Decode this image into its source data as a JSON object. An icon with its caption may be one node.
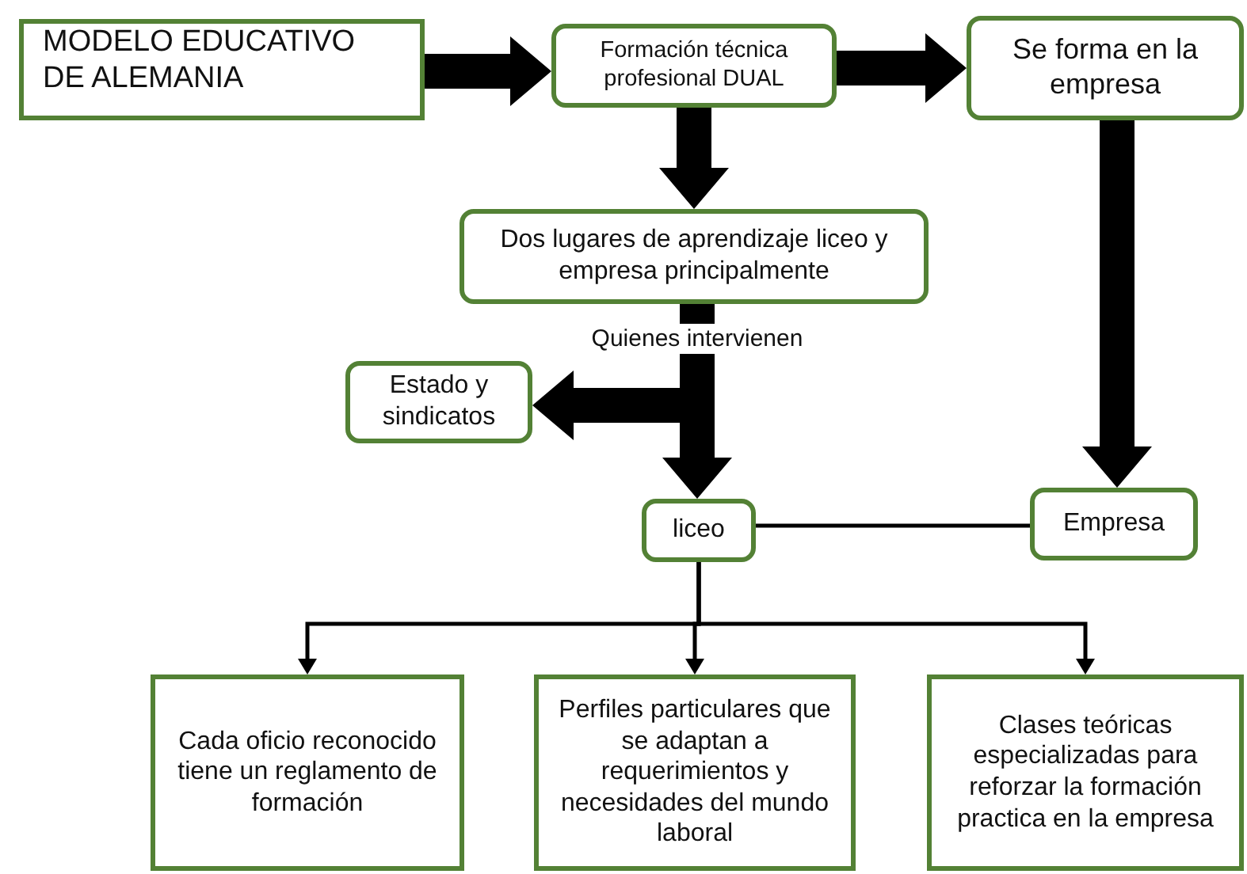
{
  "diagram": {
    "nodes": [
      {
        "text": [
          "MODELO EDUCATIVO DE ALEMANIA"
        ]
      },
      {
        "text": [
          "Formación técnica profesional DUAL"
        ]
      },
      {
        "text": [
          "Se forma en la empresa"
        ]
      },
      {
        "text": [
          "Dos lugares de aprendizaje liceo y empresa principalmente"
        ]
      },
      {
        "text": [
          "Estado y sindicatos"
        ]
      },
      {
        "text": [
          "liceo"
        ]
      },
      {
        "text": [
          "Empresa"
        ]
      },
      {
        "text": [
          "Cada oficio reconocido tiene un reglamento de formación"
        ]
      },
      {
        "text": [
          "Perfiles particulares que se adaptan a requerimientos y necesidades del mundo laboral"
        ]
      },
      {
        "text": [
          "Clases teóricas especializadas para reforzar la formación practica en la empresa"
        ]
      }
    ],
    "edges": [
      {
        "from": 0,
        "to": 1,
        "arrow": "to",
        "style": "thick"
      },
      {
        "from": 1,
        "to": 2,
        "arrow": "to",
        "style": "thick"
      },
      {
        "from": 1,
        "to": 3,
        "arrow": "to",
        "style": "thick"
      },
      {
        "from": 2,
        "to": 6,
        "arrow": "to",
        "style": "thick"
      },
      {
        "from": 3,
        "to": 4,
        "arrow": "to",
        "style": "thick"
      },
      {
        "from": 3,
        "to": 5,
        "arrow": "to",
        "style": "thick",
        "label": "Quienes intervienen"
      },
      {
        "from": 5,
        "to": 6,
        "arrow": "none"
      },
      {
        "from": 5,
        "to": 7,
        "arrow": "to"
      },
      {
        "from": 5,
        "to": 8,
        "arrow": "to"
      },
      {
        "from": 5,
        "to": 9,
        "arrow": "to"
      }
    ]
  }
}
